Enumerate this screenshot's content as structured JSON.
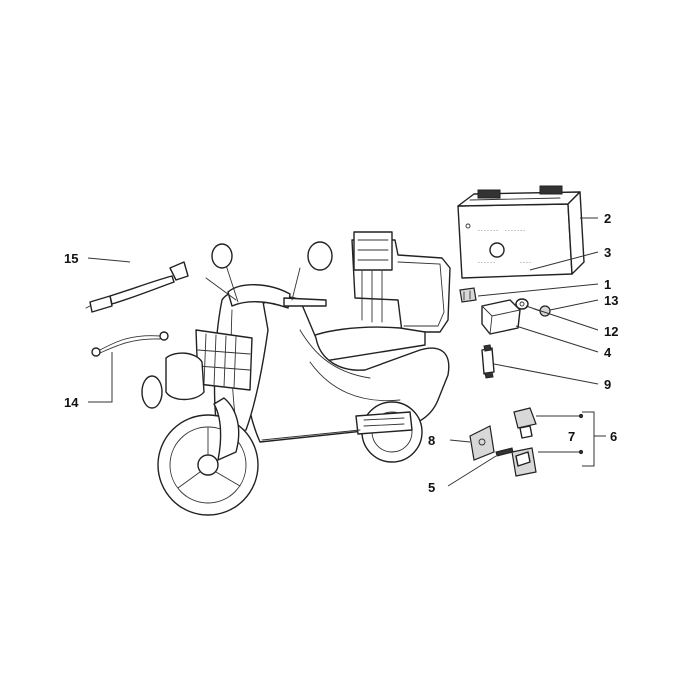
{
  "diagram": {
    "callouts": [
      {
        "id": "1",
        "label": "1"
      },
      {
        "id": "2",
        "label": "2"
      },
      {
        "id": "3",
        "label": "3"
      },
      {
        "id": "4",
        "label": "4"
      },
      {
        "id": "5",
        "label": "5"
      },
      {
        "id": "6",
        "label": "6"
      },
      {
        "id": "7",
        "label": "7"
      },
      {
        "id": "8",
        "label": "8"
      },
      {
        "id": "9",
        "label": "9"
      },
      {
        "id": "12",
        "label": "12"
      },
      {
        "id": "13",
        "label": "13"
      },
      {
        "id": "14",
        "label": "14"
      },
      {
        "id": "15",
        "label": "15"
      }
    ]
  }
}
